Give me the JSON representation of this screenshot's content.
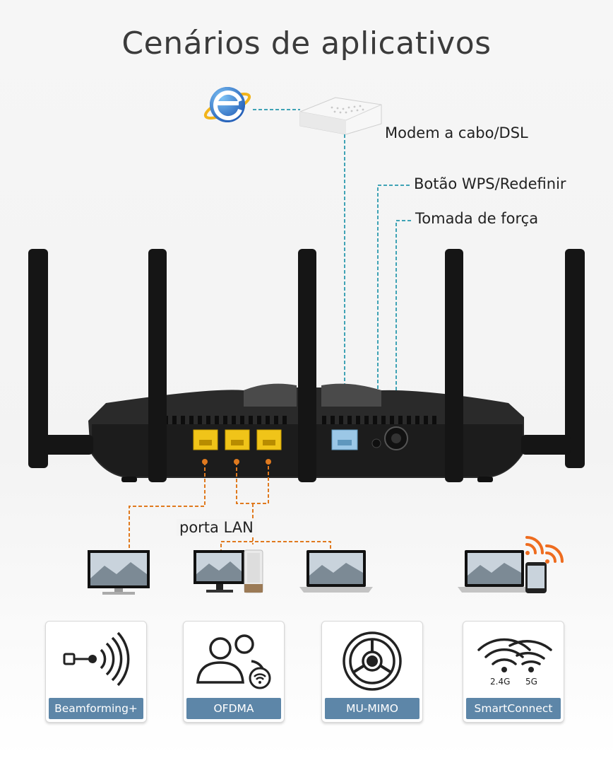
{
  "title": "Cenários de aplicativos",
  "labels": {
    "modem": "Modem a cabo/DSL",
    "wps": "Botão WPS/Redefinir",
    "power": "Tomada de força",
    "lan": "porta LAN"
  },
  "features": [
    {
      "caption": "Beamforming+",
      "icon": "beamforming-icon"
    },
    {
      "caption": "OFDMA",
      "icon": "ofdma-users-icon"
    },
    {
      "caption": "MU-MIMO",
      "icon": "mu-mimo-icon"
    },
    {
      "caption": "SmartConnect",
      "icon": "smartconnect-wifi-icon",
      "bands": [
        "2.4G",
        "5G"
      ]
    }
  ],
  "colors": {
    "caption_bg": "#5d86a8",
    "lan_cable": "#e07a1f",
    "wan_cable": "#3fa3b5",
    "lan_port": "#f0c419",
    "wan_port": "#9bc7e6"
  }
}
